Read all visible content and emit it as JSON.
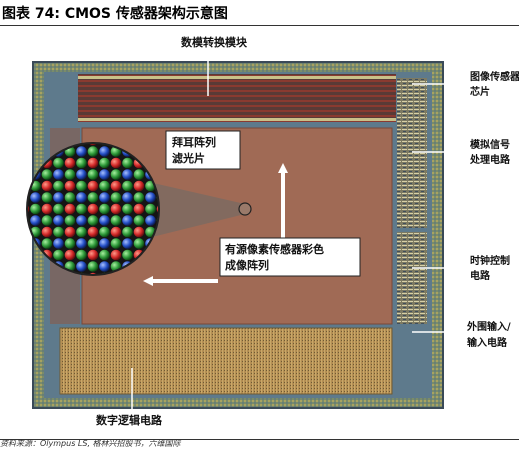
{
  "figure": {
    "title": "图表 74: CMOS 传感器架构示意图",
    "source": "资料来源：Olympus LS, 格林兴招股书，六维国际"
  },
  "labels": {
    "adc": "数模转换模块",
    "sensor_chip": [
      "图像传感器",
      "芯片"
    ],
    "analog_signal": [
      "模拟信号",
      "处理电路"
    ],
    "bayer_filter": [
      "拜耳阵列",
      "滤光片"
    ],
    "active_pixel": [
      "有源像素传感器彩色",
      "成像阵列"
    ],
    "clock_control": [
      "时钟控制",
      "电路"
    ],
    "io_circuit": [
      "外围输入/",
      "输入电路"
    ],
    "digital_logic": "数字逻辑电路"
  },
  "colors": {
    "pixel_array": "#a06a55",
    "chip_border": "#5e7a8c",
    "logic_block": "#b08a50",
    "filter_red": "#d42a2a",
    "filter_green": "#2f9a3a",
    "filter_blue": "#2550c8",
    "background": "#ffffff"
  }
}
